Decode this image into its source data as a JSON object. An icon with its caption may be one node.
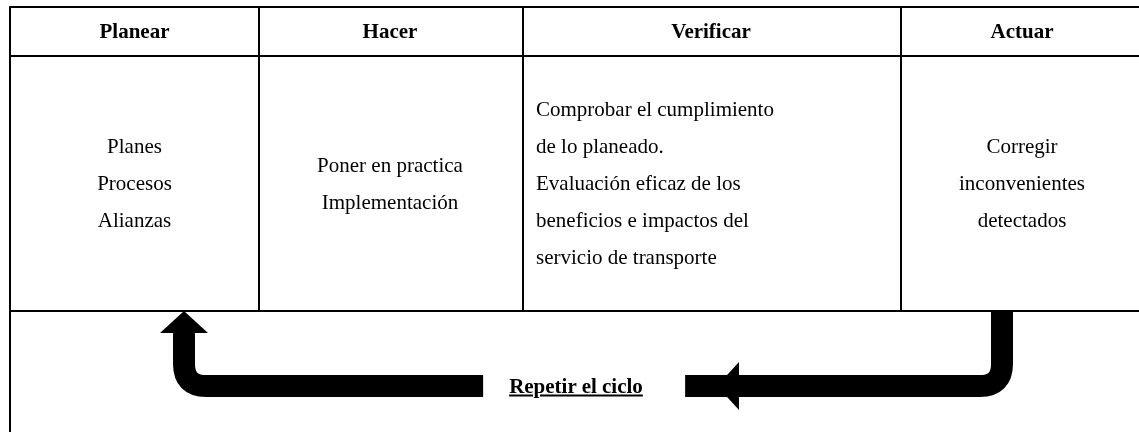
{
  "diagram": {
    "nodes": [
      {
        "text": [
          "Planear",
          "Planes",
          "Procesos",
          "Alianzas"
        ]
      },
      {
        "text": [
          "Hacer",
          "Poner en practica",
          "Implementación"
        ]
      },
      {
        "text": [
          "Verificar",
          "Comprobar el cumplimiento de lo planeado.",
          "Evaluación eficaz de los beneficios e impactos del servicio de transporte"
        ]
      },
      {
        "text": [
          "Actuar",
          "Corregir inconvenientes detectados"
        ]
      }
    ],
    "edges": [
      {
        "from": 3,
        "to": 0,
        "arrow": "to",
        "label": "Repetir el ciclo"
      }
    ]
  }
}
